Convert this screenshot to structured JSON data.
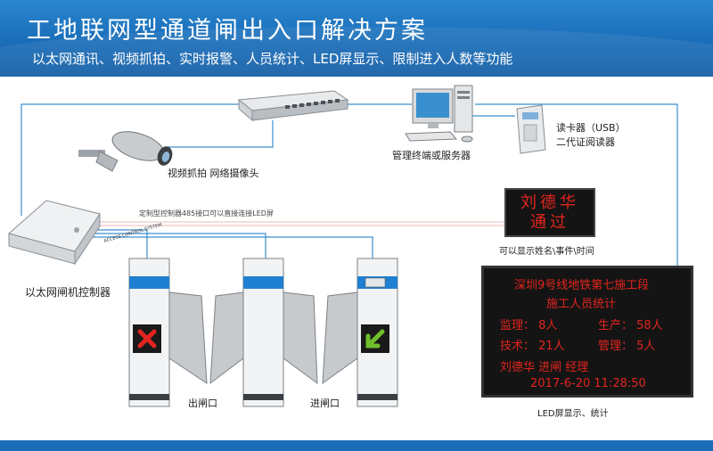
{
  "header": {
    "title": "工地联网型通道闸出入口解决方案",
    "subtitle": "以太网通讯、视频抓拍、实时报警、人员统计、LED屏显示、限制进入人数等功能"
  },
  "devices": {
    "camera_label": "视频抓拍   网络摄像头",
    "server_label": "管理终端或服务器",
    "reader_label_1": "读卡器（USB）",
    "reader_label_2": "二代证阅读器",
    "controller_label": "以太网闸机控制器",
    "controller_box_text": "ACCESS CONTROL SYSTEM",
    "rs485_note": "定制型控制器485接口可以直接连接LED屏"
  },
  "gates": {
    "exit_label": "出闸口",
    "entry_label": "进闸口"
  },
  "led_small": {
    "line1": "刘德华",
    "line2": "通过",
    "caption": "可以显示姓名\\事件\\时间"
  },
  "led_large": {
    "row1": "深圳9号线地铁第七施工段",
    "row2": "施工人员统计",
    "row3a": "监理：  8人",
    "row3b": "生产：  58人",
    "row4a": "技术：  21人",
    "row4b": "管理：    5人",
    "row5": "刘德华   进闸   经理",
    "row6": "2017-6-20  11:28:50",
    "caption": "LED屏显示、统计"
  },
  "colors": {
    "banner": "#1a6db8",
    "line": "#3a8fcf",
    "led_text": "#e3241e",
    "gate_blue": "#1f7fd0"
  }
}
